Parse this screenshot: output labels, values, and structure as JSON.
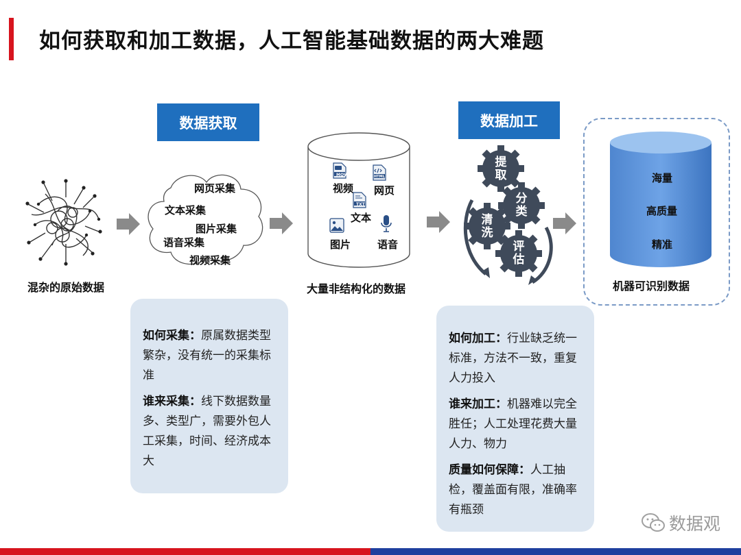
{
  "title": "如何获取和加工数据，人工智能基础数据的两大难题",
  "stage_labels": {
    "acquire": "数据获取",
    "process": "数据加工"
  },
  "captions": {
    "raw": "混杂的原始数据",
    "unstructured": "大量非结构化的数据",
    "machine": "机器可识别数据"
  },
  "cloud_items": [
    "网页采集",
    "文本采集",
    "图片采集",
    "语音采集",
    "视频采集"
  ],
  "data_types": [
    "视频",
    "网页",
    "文本",
    "图片",
    "语音"
  ],
  "file_badges": [
    "MOV",
    "HTML",
    "TXT"
  ],
  "gears": [
    "提取",
    "分类",
    "清洗",
    "评估"
  ],
  "db_labels": [
    "海量",
    "高质量",
    "精准"
  ],
  "left_panel": [
    {
      "label": "如何采集：",
      "text": "原属数据类型繁杂，没有统一的采集标准"
    },
    {
      "label": "谁来采集：",
      "text": "线下数据数量多、类型广，需要外包人工采集，时间、经济成本大"
    }
  ],
  "right_panel": [
    {
      "label": "如何加工：",
      "text": "行业缺乏统一标准，方法不一致，重复人力投入"
    },
    {
      "label": "谁来加工：",
      "text": "机器难以完全胜任；人工处理花费大量人力、物力"
    },
    {
      "label": "质量如何保障：",
      "text": "人工抽检，覆盖面有限，准确率有瓶颈"
    }
  ],
  "watermark": "数据观",
  "colors": {
    "accent_red": "#d7141e",
    "accent_blue": "#1f6fbe",
    "gear": "#3f4a5a",
    "panel": "#dce6f1"
  }
}
